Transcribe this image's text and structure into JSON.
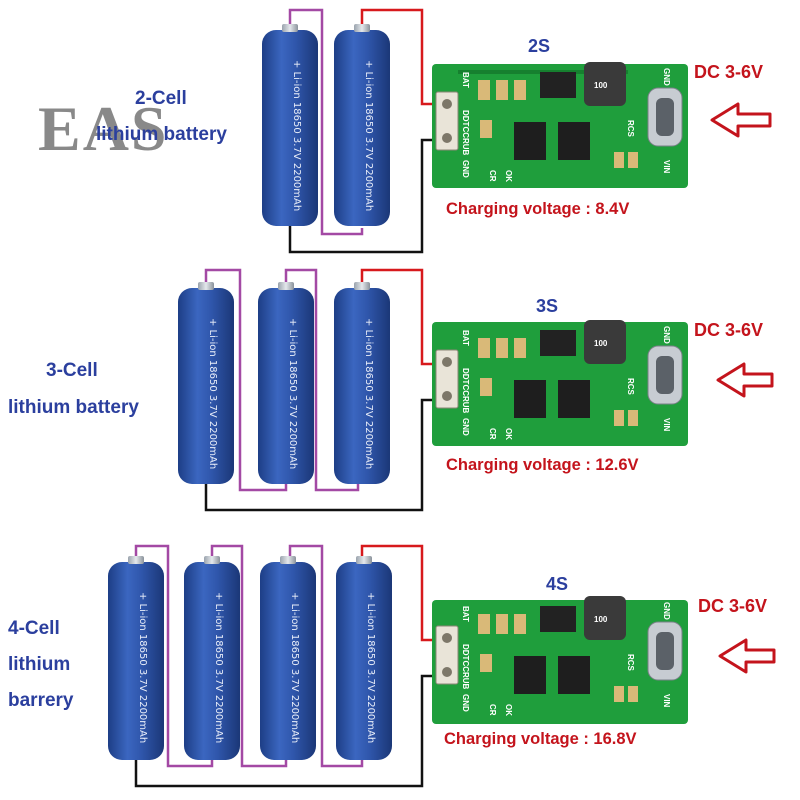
{
  "logo": {
    "text": "EAS"
  },
  "colors": {
    "battery": "#2f56ab",
    "pcb": "#1f9e3c",
    "label_blue": "#2b3f9e",
    "label_red": "#c4141c",
    "wire_red": "#d7191c",
    "wire_purple": "#a349a4",
    "wire_black": "#111111"
  },
  "battery": {
    "text": "+ Li-ion 18650 3.7V 2200mAh"
  },
  "board": {
    "inductor": "100",
    "bat": "BAT",
    "product": "DDTCCRUB",
    "gnd": "GND",
    "cr": "CR",
    "ok": "OK",
    "rcs": "RCS",
    "vin": "VIN",
    "gnd_right": "GND"
  },
  "input_label": "DC 3-6V",
  "sections": [
    {
      "id": "2s",
      "title": "2S",
      "cells_label": [
        "2-Cell",
        "lithium battery"
      ],
      "cells": 2,
      "charge_text": "Charging voltage : 8.4V"
    },
    {
      "id": "3s",
      "title": "3S",
      "cells_label": [
        "3-Cell",
        "lithium battery"
      ],
      "cells": 3,
      "charge_text": "Charging voltage : 12.6V"
    },
    {
      "id": "4s",
      "title": "4S",
      "cells_label": [
        "4-Cell",
        "lithium",
        "barrery"
      ],
      "cells": 4,
      "charge_text": "Charging voltage : 16.8V"
    }
  ]
}
